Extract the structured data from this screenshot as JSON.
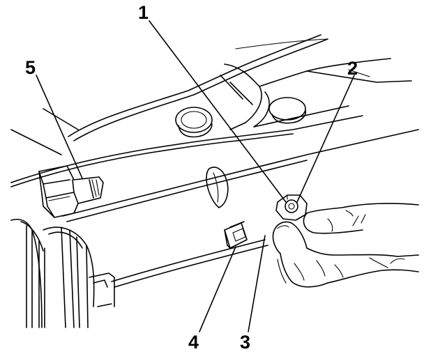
{
  "callouts": [
    {
      "id": "1",
      "label": "1"
    },
    {
      "id": "2",
      "label": "2"
    },
    {
      "id": "3",
      "label": "3"
    },
    {
      "id": "4",
      "label": "4"
    },
    {
      "id": "5",
      "label": "5"
    }
  ],
  "colors": {
    "background": "#ffffff",
    "line": "#000000"
  }
}
